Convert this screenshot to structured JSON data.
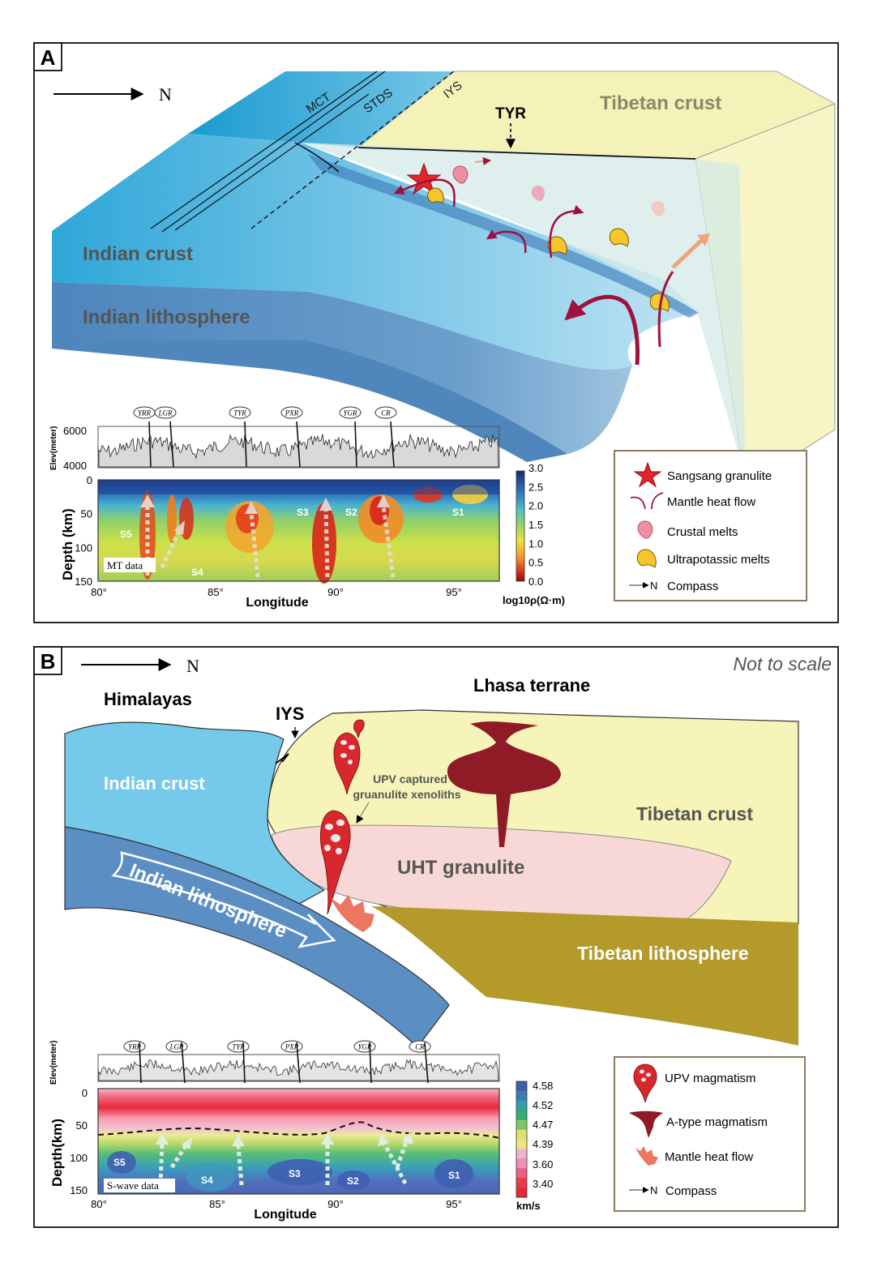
{
  "panelA": {
    "letter": "A",
    "compass": "N",
    "labels": {
      "mct": "MCT",
      "stds": "STDS",
      "iys": "IYS",
      "tyr": "TYR",
      "tibetan_crust": "Tibetan crust",
      "indian_crust": "Indian crust",
      "indian_lithosphere": "Indian lithosphere"
    },
    "legend": {
      "items": [
        {
          "icon": "star-icon",
          "label": "Sangsang granulite"
        },
        {
          "icon": "mantle-heat-flow-arrows-icon",
          "label": "Mantle heat flow"
        },
        {
          "icon": "pink-drop-icon",
          "label": "Crustal melts"
        },
        {
          "icon": "yellow-drop-icon",
          "label": "Ultrapotassic melts"
        },
        {
          "icon": "compass-arrow-icon",
          "label": "Compass",
          "prefix": "N"
        }
      ]
    },
    "elev_ylabel": "Elev(meter)",
    "elev_ticks": [
      "6000",
      "4000"
    ],
    "rifts": [
      "YRR",
      "LGR",
      "TYR",
      "PXR",
      "YGR",
      "CR"
    ],
    "section": {
      "ylabel": "Depth (km)",
      "yticks": [
        "0",
        "50",
        "100",
        "150"
      ],
      "xticks": [
        "80°",
        "85°",
        "90°",
        "95°"
      ],
      "xlabel": "Longitude",
      "tag": "MT data",
      "zones": [
        "S5",
        "S4",
        "S3",
        "S2",
        "S1"
      ]
    },
    "colorbar": {
      "ticks": [
        "3.0",
        "2.5",
        "2.0",
        "1.5",
        "1.0",
        "0.5",
        "0.0"
      ],
      "unit": "log10ρ(Ω·m)"
    }
  },
  "panelB": {
    "letter": "B",
    "compass": "N",
    "note": "Not to scale",
    "labels": {
      "himalayas": "Himalayas",
      "lhasa": "Lhasa terrane",
      "iys": "IYS",
      "indian_crust": "Indian crust",
      "indian_lithosphere": "Indian lithosphere",
      "upv_line1": "UPV captured",
      "upv_line2": "gruanulite xenoliths",
      "tibetan_crust": "Tibetan crust",
      "uht": "UHT granulite",
      "tibetan_lithosphere": "Tibetan lithosphere"
    },
    "legend": {
      "items": [
        {
          "icon": "upv-drop-icon",
          "label": "UPV magmatism"
        },
        {
          "icon": "a-type-magma-icon",
          "label": "A-type magmatism"
        },
        {
          "icon": "mantle-heat-comb-icon",
          "label": "Mantle heat flow"
        },
        {
          "icon": "compass-arrow-icon",
          "label": "Compass",
          "prefix": "N"
        }
      ]
    },
    "elev_ylabel": "Elev(meter)",
    "elev_ticks": [
      "6000",
      "4000"
    ],
    "rifts": [
      "YRR",
      "LGR",
      "TYR",
      "PXR",
      "YGR",
      "CR"
    ],
    "section": {
      "ylabel": "Depth(km)",
      "yticks": [
        "0",
        "50",
        "100",
        "150"
      ],
      "xticks": [
        "80°",
        "85°",
        "90°",
        "95°"
      ],
      "xlabel": "Longitude",
      "tag": "S-wave data",
      "zones": [
        "S5",
        "S4",
        "S3",
        "S2",
        "S1"
      ]
    },
    "colorbar": {
      "ticks": [
        "4.58",
        "4.52",
        "4.47",
        "4.39",
        "3.60",
        "3.40"
      ],
      "unit": "km/s"
    }
  }
}
